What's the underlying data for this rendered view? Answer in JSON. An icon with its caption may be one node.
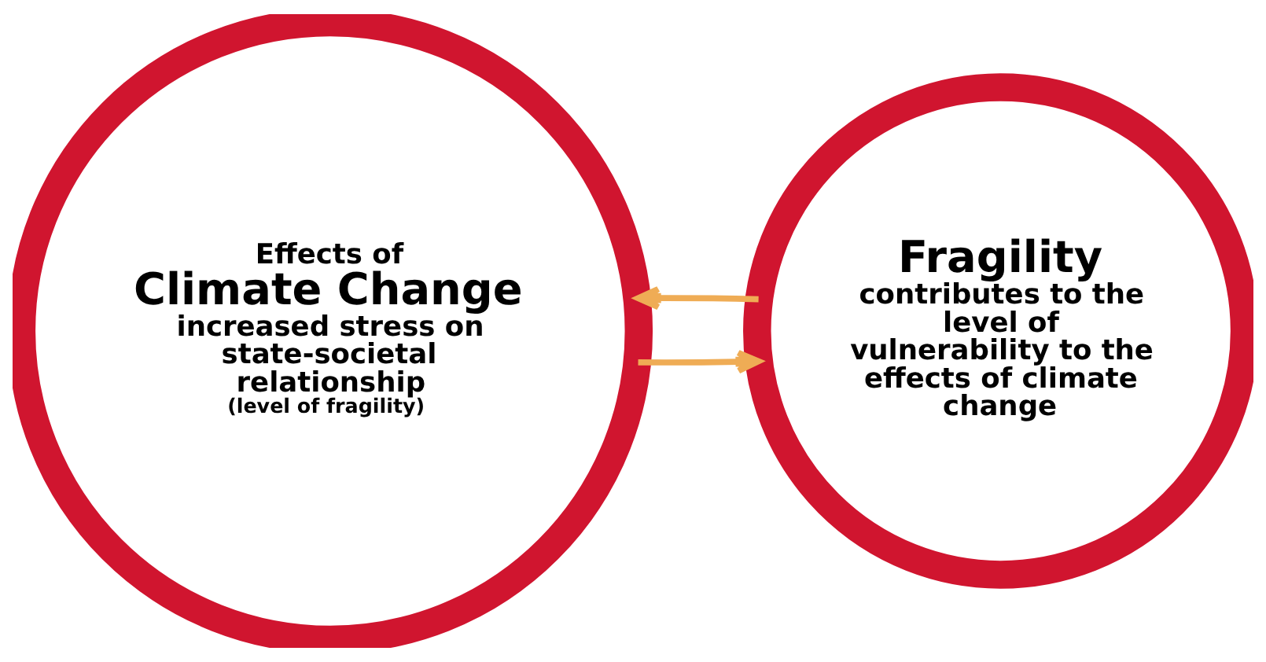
{
  "diagram": {
    "nodes": [
      {
        "text": [
          "Effects of",
          "Climate Change",
          "increased stress on state-societal relationship",
          "(level of fragility)"
        ]
      },
      {
        "text": [
          "Fragility",
          "contributes to the level of vulnerability to the effects of climate change"
        ]
      }
    ],
    "edges": [
      {
        "from": 0,
        "to": 1,
        "arrow": "to"
      },
      {
        "from": 1,
        "to": 0,
        "arrow": "to"
      }
    ]
  }
}
